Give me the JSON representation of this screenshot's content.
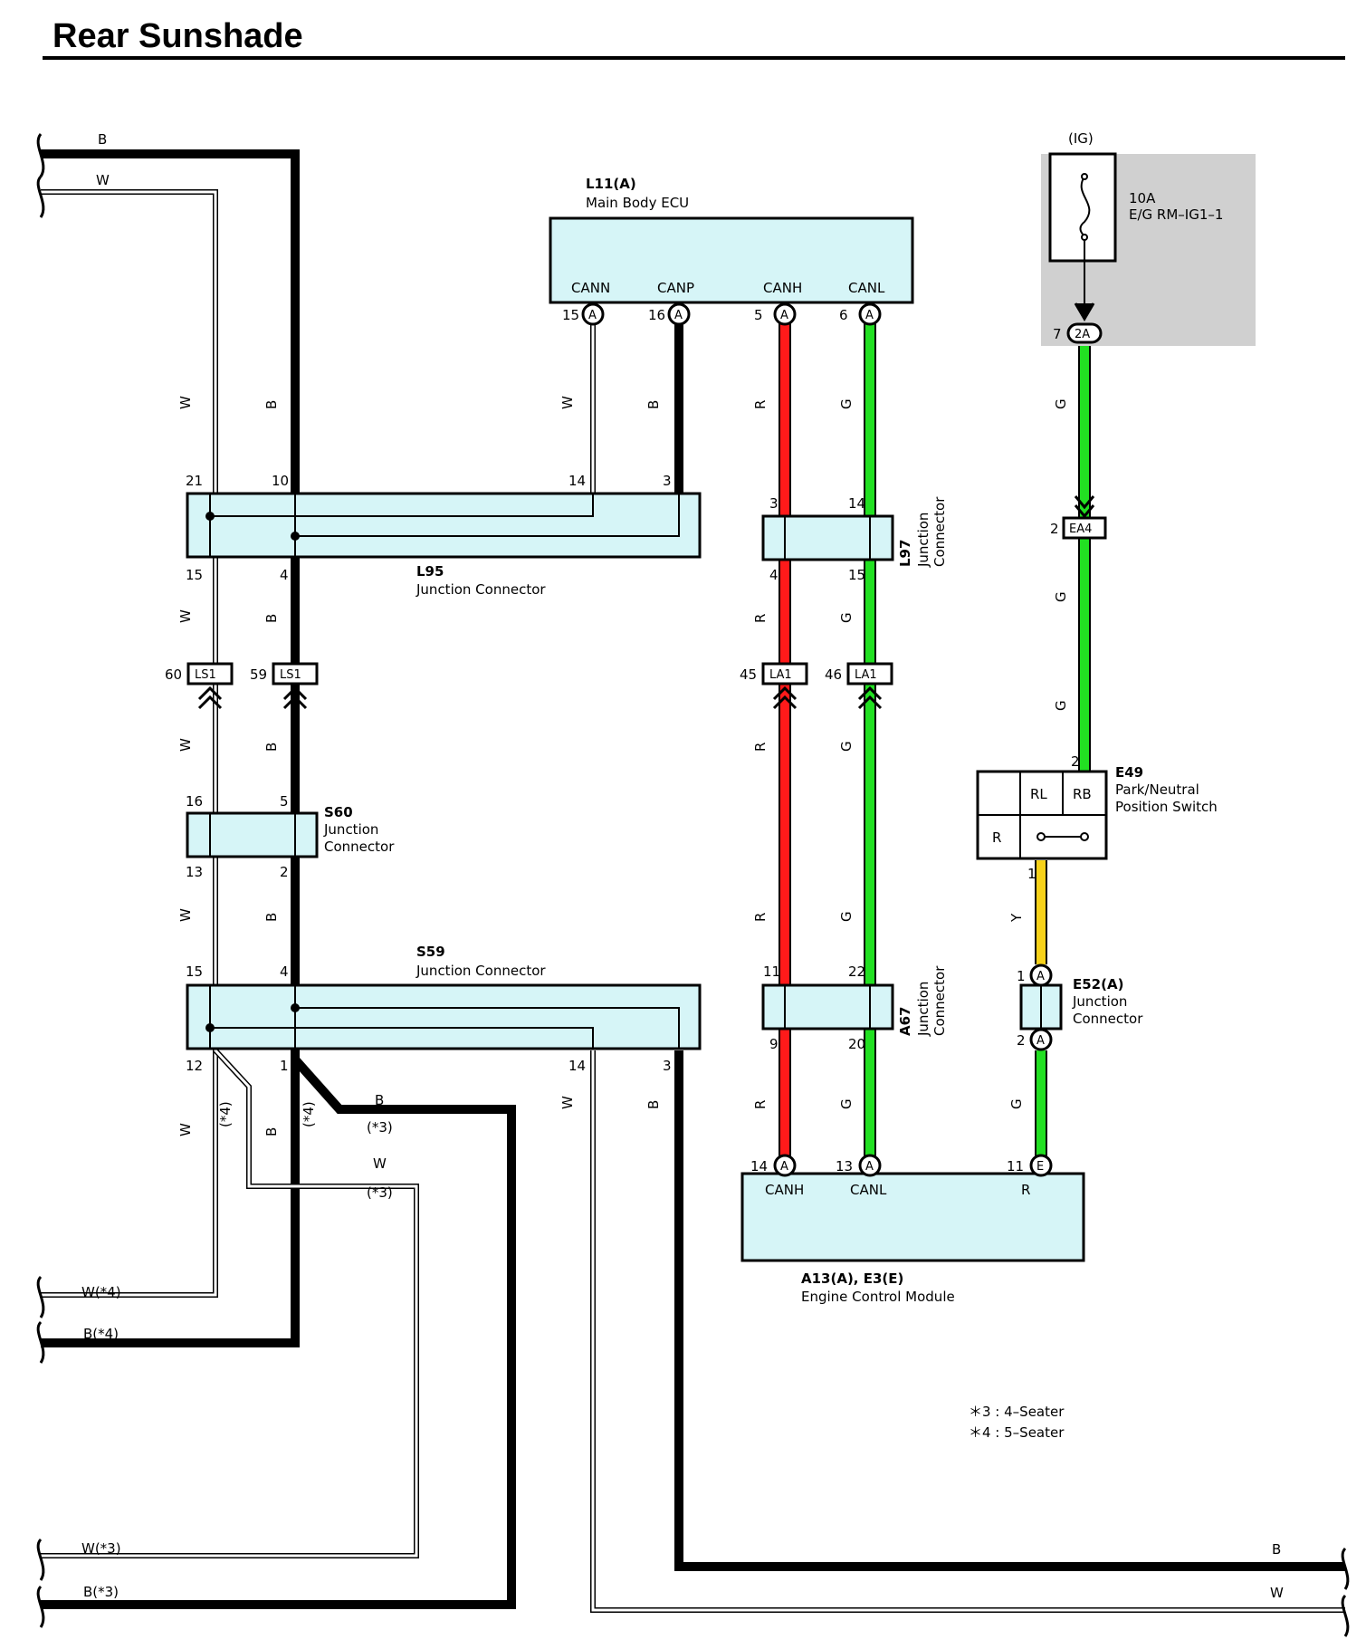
{
  "title": "Rear Sunshade",
  "colors": {
    "black": "#000000",
    "red": "#ff1a1a",
    "green": "#22e022",
    "yellow": "#f7d21a",
    "white_wire": "#ffffff",
    "box_fill": "#d6f5f7",
    "fuse_bg": "#d0d0d0"
  },
  "ecu": {
    "ref": "L11(A)",
    "name": "Main Body ECU",
    "pins": [
      {
        "label": "CANN",
        "num": "15",
        "code": "A"
      },
      {
        "label": "CANP",
        "num": "16",
        "code": "A"
      },
      {
        "label": "CANH",
        "num": "5",
        "code": "A"
      },
      {
        "label": "CANL",
        "num": "6",
        "code": "A"
      }
    ]
  },
  "fuse": {
    "supply": "(IG)",
    "rating": "10A",
    "name": "E/G RM–IG1–1",
    "pin_num": "7",
    "pin_code": "2A"
  },
  "l95": {
    "ref": "L95",
    "name": "Junction Connector",
    "top_pins": [
      "21",
      "10",
      "14",
      "3"
    ],
    "bottom_pins": [
      "15",
      "4"
    ]
  },
  "l97": {
    "ref": "L97",
    "name_line1": "Junction",
    "name_line2": "Connector",
    "top_pins": [
      "3",
      "14"
    ],
    "bottom_pins": [
      "4",
      "15"
    ]
  },
  "ea4": {
    "num": "2",
    "code": "EA4"
  },
  "inline_connectors": [
    {
      "num": "60",
      "code": "LS1"
    },
    {
      "num": "59",
      "code": "LS1"
    },
    {
      "num": "45",
      "code": "LA1"
    },
    {
      "num": "46",
      "code": "LA1"
    }
  ],
  "s60": {
    "ref": "S60",
    "name_line1": "Junction",
    "name_line2": "Connector",
    "top_pins": [
      "16",
      "5"
    ],
    "bottom_pins": [
      "13",
      "2"
    ]
  },
  "s59": {
    "ref": "S59",
    "name": "Junction Connector",
    "top_pins": [
      "15",
      "4"
    ],
    "bottom_pins": [
      "12",
      "1",
      "14",
      "3"
    ]
  },
  "a67": {
    "ref": "A67",
    "name_line1": "Junction",
    "name_line2": "Connector",
    "top_pins": [
      "11",
      "22"
    ],
    "bottom_pins": [
      "9",
      "20"
    ]
  },
  "e49": {
    "ref": "E49",
    "name_line1": "Park/Neutral",
    "name_line2": "Position Switch",
    "cells": [
      "RL",
      "RB",
      "R"
    ],
    "top_pin": "2",
    "bottom_pin": "1"
  },
  "e52": {
    "ref": "E52(A)",
    "name_line1": "Junction",
    "name_line2": "Connector",
    "top_pin": "1",
    "bottom_pin": "2",
    "code": "A"
  },
  "ecm": {
    "ref": "A13(A), E3(E)",
    "name": "Engine Control Module",
    "pins": [
      {
        "label": "CANH",
        "num": "14",
        "code": "A"
      },
      {
        "label": "CANL",
        "num": "13",
        "code": "A"
      },
      {
        "label": "R",
        "num": "11",
        "code": "E"
      }
    ]
  },
  "wire_colors": {
    "black": "B",
    "white": "W",
    "red": "R",
    "green": "G",
    "yellow": "Y"
  },
  "edge_labels": {
    "top_b": "B",
    "top_w": "W",
    "left_w4": "W(*4)",
    "left_b4": "B(*4)",
    "left_w3": "W(*3)",
    "left_b3": "B(*3)",
    "right_b": "B",
    "right_w": "W",
    "branch_b": "B",
    "branch_b_note": "(*3)",
    "branch_w": "W",
    "branch_w_note": "(*3)",
    "note4": "(*4)"
  },
  "notes": [
    "＊3 : 4–Seater",
    "＊4 : 5–Seater"
  ]
}
